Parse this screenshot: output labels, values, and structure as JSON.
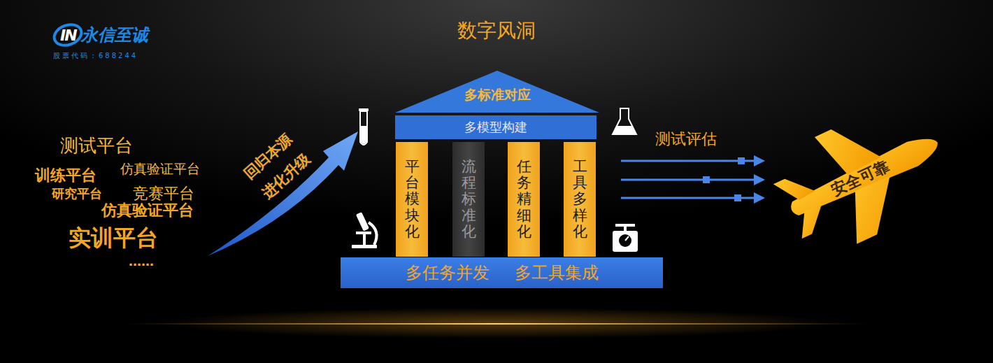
{
  "diagram": {
    "title": "数字风洞",
    "nodes": [
      {
        "text": [
          "多标准对应"
        ]
      },
      {
        "text": [
          "多模型构建"
        ]
      },
      {
        "text": [
          "平台模块化"
        ]
      },
      {
        "text": [
          "流程标准化"
        ]
      },
      {
        "text": [
          "任务精细化"
        ]
      },
      {
        "text": [
          "工具多样化"
        ]
      },
      {
        "text": [
          "多任务并发",
          "多工具集成"
        ]
      },
      {
        "text": [
          "安全可靠"
        ]
      }
    ],
    "edges": [
      {
        "from": 5,
        "to": 7,
        "arrow": "to"
      },
      {
        "from": 5,
        "to": 7,
        "arrow": "to"
      },
      {
        "from": 5,
        "to": 7,
        "arrow": "to"
      }
    ],
    "labels": [
      "IN",
      "永信至诚",
      "股票代码：688244",
      "测试平台",
      "训练平台",
      "仿真验证平台",
      "研究平台",
      "竞赛平台",
      "仿真验证平台",
      "实训平台",
      "……",
      "回归本源",
      "进化升级",
      "测试评估"
    ]
  }
}
